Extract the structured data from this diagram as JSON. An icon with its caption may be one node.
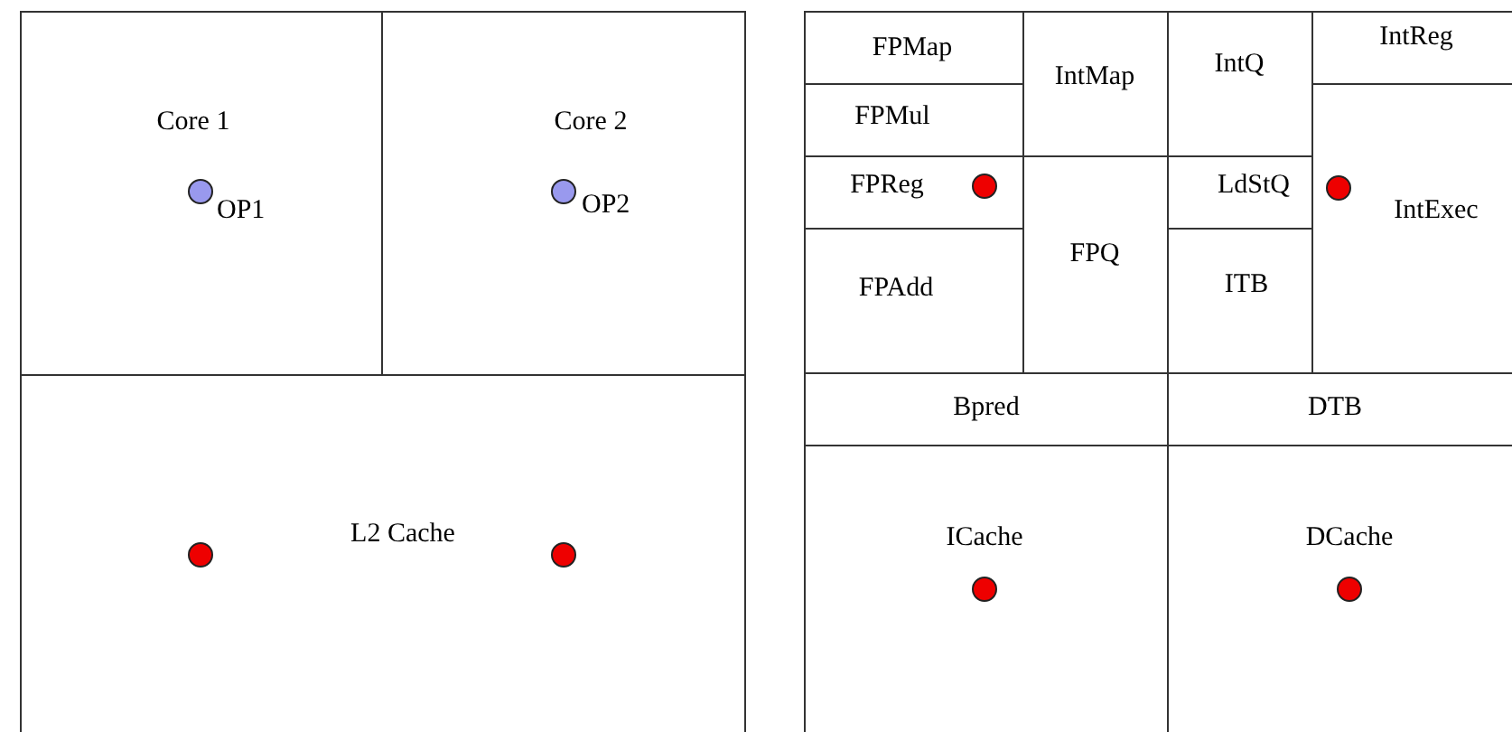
{
  "diagram": {
    "nodes": [
      {
        "text": [
          "Core 1",
          "OP1"
        ]
      },
      {
        "text": [
          "Core 2",
          "OP2"
        ]
      },
      {
        "text": [
          "L2 Cache"
        ]
      },
      {
        "text": [
          "FPMap"
        ]
      },
      {
        "text": [
          "IntMap"
        ]
      },
      {
        "text": [
          "IntQ"
        ]
      },
      {
        "text": [
          "IntReg"
        ]
      },
      {
        "text": [
          "FPMul"
        ]
      },
      {
        "text": [
          "FPReg"
        ]
      },
      {
        "text": [
          "FPQ"
        ]
      },
      {
        "text": [
          "LdStQ"
        ]
      },
      {
        "text": [
          "IntExec"
        ]
      },
      {
        "text": [
          "FPAdd"
        ]
      },
      {
        "text": [
          "ITB"
        ]
      },
      {
        "text": [
          "Bpred"
        ]
      },
      {
        "text": [
          "DTB"
        ]
      },
      {
        "text": [
          "ICache"
        ]
      },
      {
        "text": [
          "DCache"
        ]
      }
    ]
  }
}
